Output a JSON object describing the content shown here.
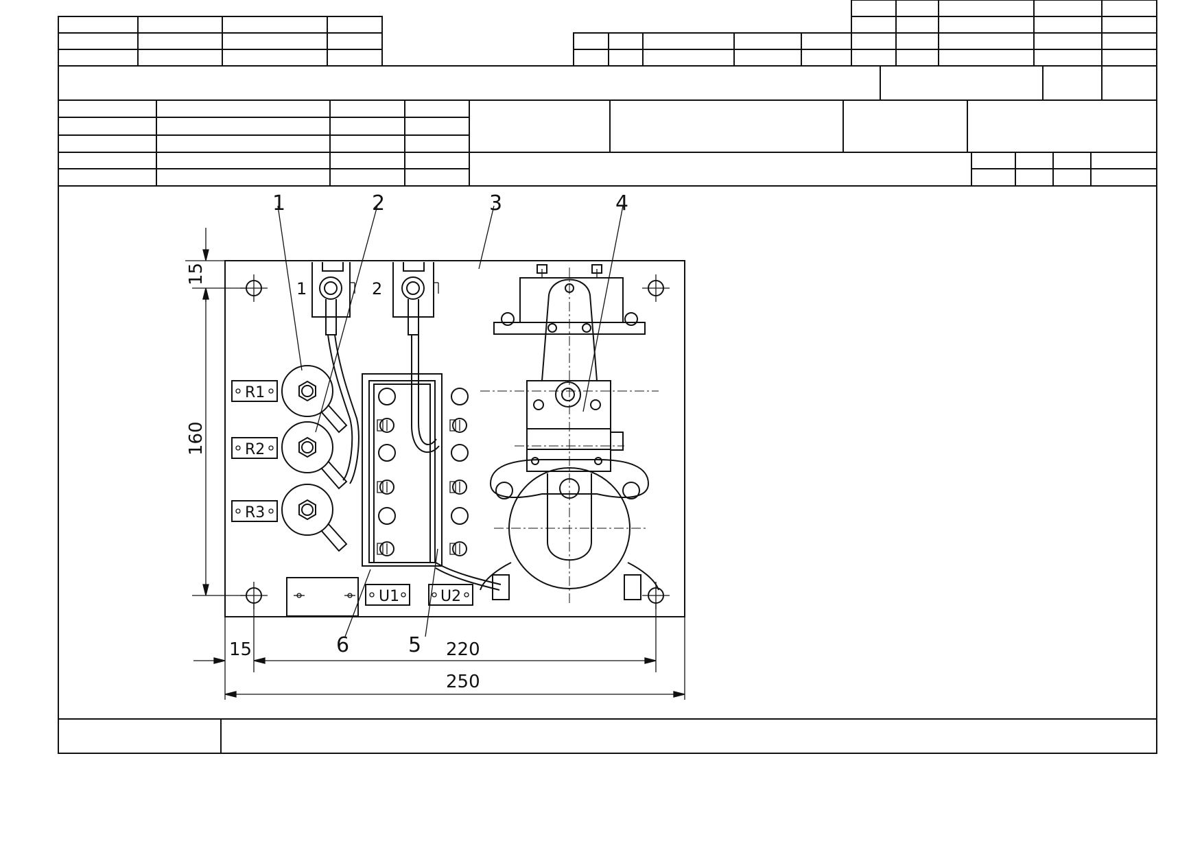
{
  "title_block": {
    "cells": []
  },
  "drawing": {
    "callouts": [
      "1",
      "2",
      "3",
      "4",
      "5",
      "6"
    ],
    "terminal_labels": [
      "1",
      "2"
    ],
    "resistor_labels": [
      "R1",
      "R2",
      "R3"
    ],
    "component_labels": [
      "U1",
      "U2"
    ],
    "dimensions": {
      "top_offset": "15",
      "height": "160",
      "left_offset": "15",
      "hole_spacing": "220",
      "width": "250"
    }
  },
  "footer": {
    "left_cell": "",
    "right_cell": ""
  },
  "colors": {
    "ink": "#111111",
    "paper": "#ffffff"
  }
}
